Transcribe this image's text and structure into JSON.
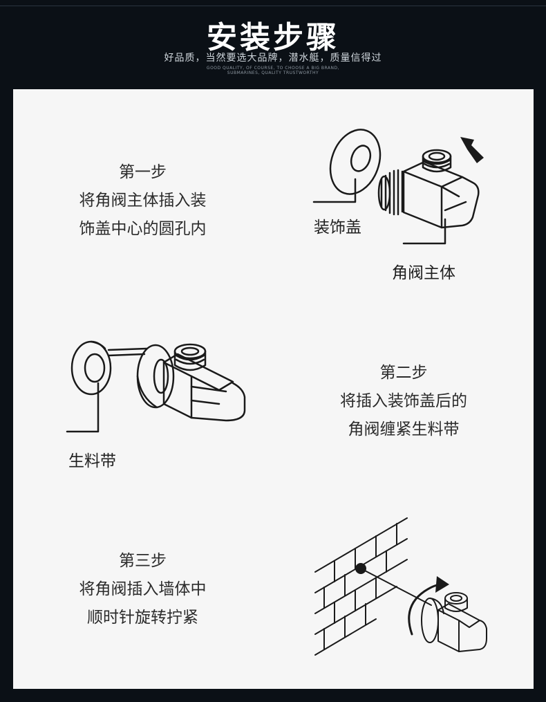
{
  "header": {
    "title": "安装步骤",
    "subtitle": "好品质，当然要选大品牌，潜水艇，质量信得过",
    "subtitle_en_line1": "GOOD QUALITY, OF COURSE, TO CHOOSE A BIG BRAND,",
    "subtitle_en_line2": "SUBMARINES, QUALITY TRUSTWORTHY"
  },
  "steps": [
    {
      "heading": "第一步",
      "line1": "将角阀主体插入装",
      "line2": "饰盖中心的圆孔内",
      "labels": {
        "cover": "装饰盖",
        "valve_body": "角阀主体"
      }
    },
    {
      "heading": "第二步",
      "line1": "将插入装饰盖后的",
      "line2": "角阀缠紧生料带",
      "labels": {
        "tape": "生料带"
      }
    },
    {
      "heading": "第三步",
      "line1": "将角阀插入墙体中",
      "line2": "顺时针旋转拧紧"
    }
  ],
  "colors": {
    "background": "#0b1016",
    "panel": "#f6f6f6",
    "text": "#2b2b2b",
    "line_art": "#1a1a1a"
  }
}
